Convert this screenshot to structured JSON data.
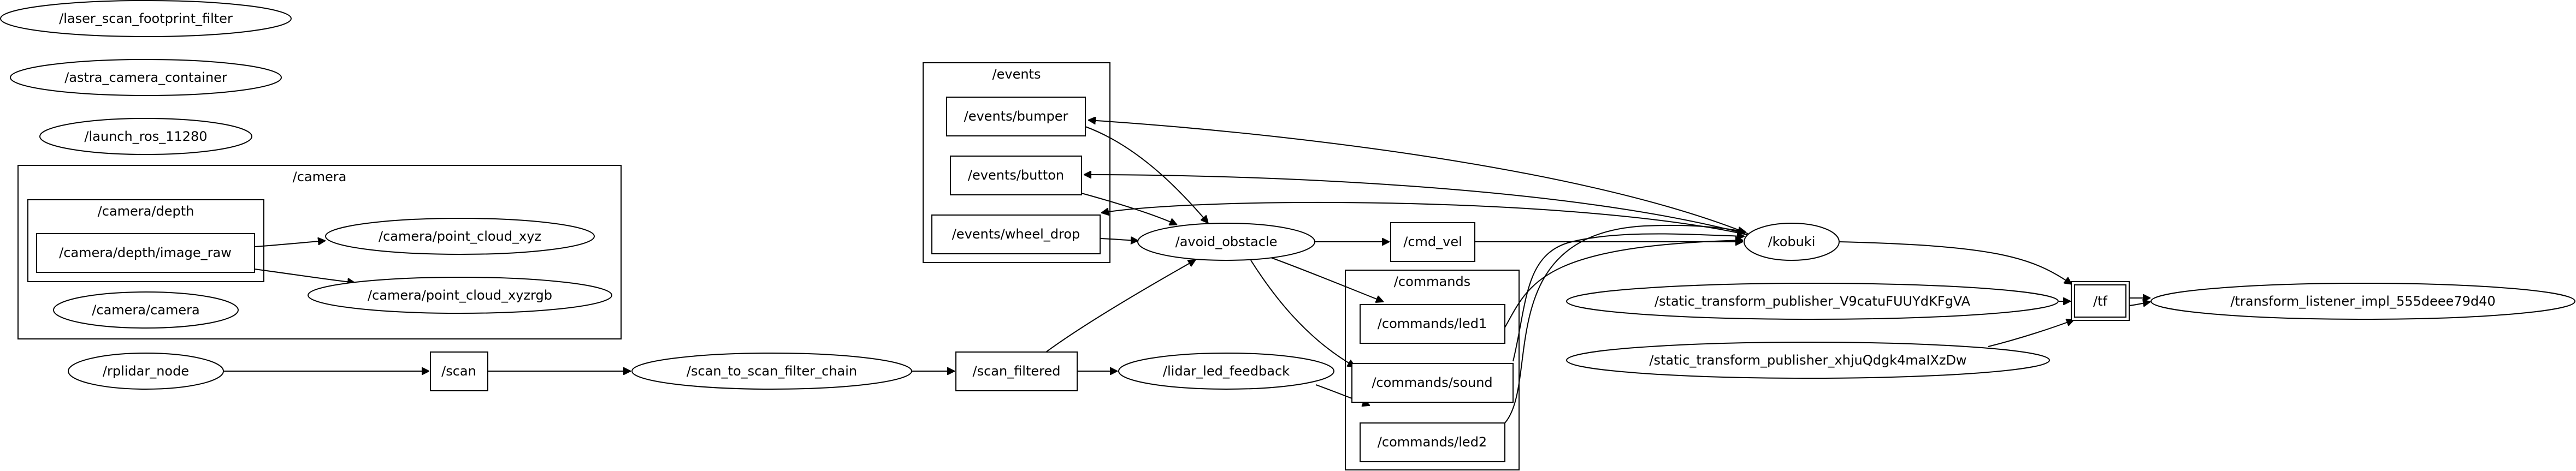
{
  "clusters": {
    "camera": "/camera",
    "camera_depth": "/camera/depth",
    "events": "/events",
    "commands": "/commands"
  },
  "nodes": {
    "laser_scan_footprint_filter": "/laser_scan_footprint_filter",
    "astra_camera_container": "/astra_camera_container",
    "launch_ros": "/launch_ros_11280",
    "camera_depth_image_raw": "/camera/depth/image_raw",
    "camera_point_cloud_xyz": "/camera/point_cloud_xyz",
    "camera_point_cloud_xyzrgb": "/camera/point_cloud_xyzrgb",
    "camera_camera": "/camera/camera",
    "rplidar_node": "/rplidar_node",
    "scan": "/scan",
    "scan_to_scan_filter_chain": "/scan_to_scan_filter_chain",
    "scan_filtered": "/scan_filtered",
    "events_bumper": "/events/bumper",
    "events_button": "/events/button",
    "events_wheel_drop": "/events/wheel_drop",
    "avoid_obstacle": "/avoid_obstacle",
    "lidar_led_feedback": "/lidar_led_feedback",
    "cmd_vel": "/cmd_vel",
    "commands_led1": "/commands/led1",
    "commands_sound": "/commands/sound",
    "commands_led2": "/commands/led2",
    "kobuki": "/kobuki",
    "static_tf_pub_a": "/static_transform_publisher_V9catuFUUYdKFgVA",
    "static_tf_pub_b": "/static_transform_publisher_xhjuQdgk4maIXzDw",
    "tf": "/tf",
    "transform_listener": "/transform_listener_impl_555deee79d40"
  }
}
